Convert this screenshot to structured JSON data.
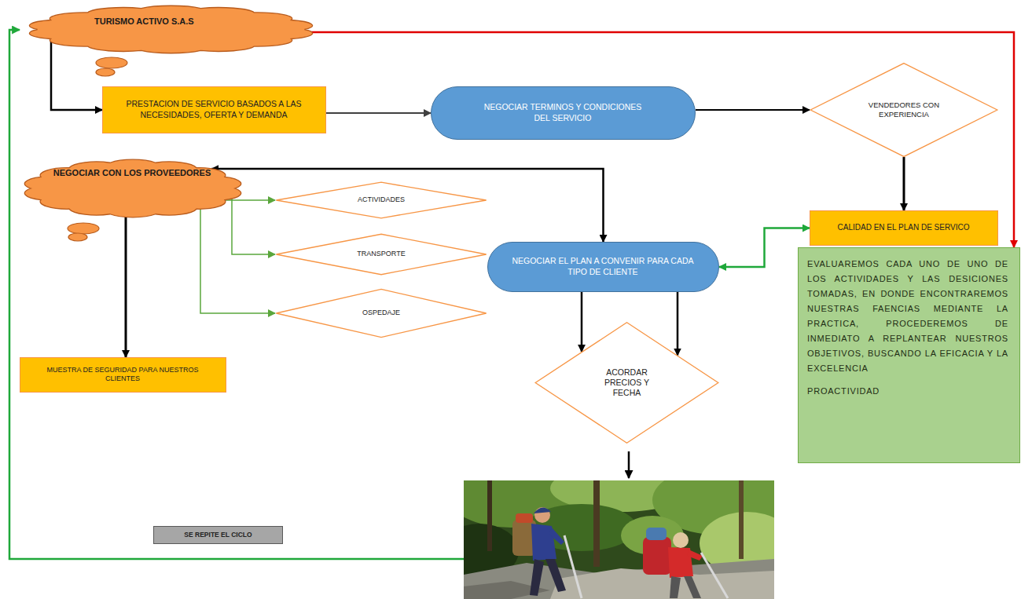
{
  "diagram": {
    "nodes": [
      {
        "text": [
          "TURISMO ACTIVO S.A.S"
        ]
      },
      {
        "text": [
          "PRESTACION DE SERVICIO BASADOS A LAS NECESIDADES, OFERTA Y DEMANDA"
        ]
      },
      {
        "text": [
          "NEGOCIAR TERMINOS Y CONDICIONES DEL SERVICIO"
        ]
      },
      {
        "text": [
          "VENDEDORES CON EXPERIENCIA"
        ]
      },
      {
        "text": [
          "NEGOCIAR CON LOS PROVEEDORES"
        ]
      },
      {
        "text": [
          "ACTIVIDADES"
        ]
      },
      {
        "text": [
          "TRANSPORTE"
        ]
      },
      {
        "text": [
          "NEGOCIAR EL PLAN A CONVENIR PARA CADA TIPO DE CLIENTE"
        ]
      },
      {
        "text": [
          "CALIDAD EN EL PLAN DE SERVICO"
        ]
      },
      {
        "text": [
          "OSPEDAJE"
        ]
      },
      {
        "text": [
          "EVALUAREMOS CADA UNO DE UNO DE LOS ACTIVIDADES Y LAS DESICIONES TOMADAS, EN DONDE ENCONTRAREMOS NUESTRAS FAENCIAS MEDIANTE LA PRACTICA, PROCEDEREMOS DE INMEDIATO A REPLANTEAR NUESTROS OBJETIVOS, BUSCANDO LA EFICACIA Y LA EXCELENCIA",
          "PROACTIVIDAD"
        ]
      },
      {
        "text": [
          "MUESTRA DE SEGURIDAD PARA NUESTROS CLIENTES"
        ]
      },
      {
        "text": [
          "ACORDAR PRECIOS Y FECHA"
        ]
      },
      {
        "text": [
          "SE REPITE EL CICLO"
        ]
      }
    ],
    "edges": [
      {
        "from": 0,
        "to": 1,
        "arrow": "to"
      },
      {
        "from": 1,
        "to": 2,
        "arrow": "to"
      },
      {
        "from": 2,
        "to": 3,
        "arrow": "to"
      },
      {
        "from": 3,
        "to": 8,
        "arrow": "to"
      },
      {
        "from": 0,
        "to": 10,
        "arrow": "to"
      },
      {
        "from": 8,
        "to": 7,
        "arrow": "both"
      },
      {
        "from": 4,
        "to": 7,
        "arrow": "both"
      },
      {
        "from": 4,
        "to": 5,
        "arrow": "to"
      },
      {
        "from": 4,
        "to": 6,
        "arrow": "to"
      },
      {
        "from": 4,
        "to": 9,
        "arrow": "to"
      },
      {
        "from": 4,
        "to": 11,
        "arrow": "to"
      },
      {
        "from": 7,
        "to": 12,
        "arrow": "to"
      },
      {
        "from": 7,
        "to": 12,
        "arrow": "to"
      }
    ]
  }
}
